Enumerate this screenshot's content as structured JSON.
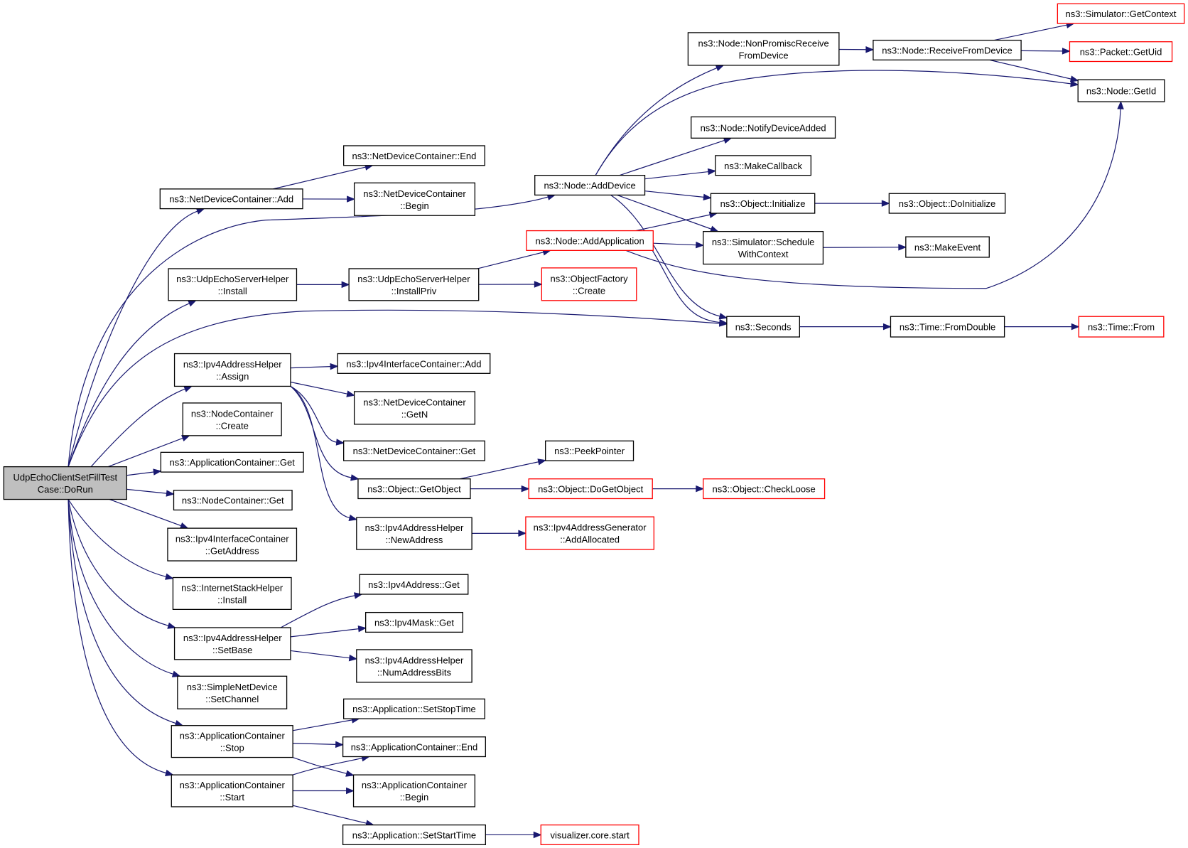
{
  "graph": {
    "colors": {
      "edge": "#191970",
      "truncated_border": "#ff0000",
      "root_fill": "#bfbfbf",
      "node_border": "#000000"
    },
    "nodes": [
      {
        "id": "root",
        "lines": [
          "UdpEchoClientSetFillTest",
          "Case::DoRun"
        ],
        "root": true
      },
      {
        "id": "ndcAdd",
        "lines": [
          "ns3::NetDeviceContainer::Add"
        ]
      },
      {
        "id": "ndcEnd",
        "lines": [
          "ns3::NetDeviceContainer::End"
        ]
      },
      {
        "id": "ndcBegin",
        "lines": [
          "ns3::NetDeviceContainer",
          "::Begin"
        ]
      },
      {
        "id": "nodeAddDevice",
        "lines": [
          "ns3::Node::AddDevice"
        ]
      },
      {
        "id": "nonPromisc",
        "lines": [
          "ns3::Node::NonPromiscReceive",
          "FromDevice"
        ]
      },
      {
        "id": "recvFromDevice",
        "lines": [
          "ns3::Node::ReceiveFromDevice"
        ]
      },
      {
        "id": "simGetContext",
        "lines": [
          "ns3::Simulator::GetContext"
        ],
        "truncated": true
      },
      {
        "id": "packetGetUid",
        "lines": [
          "ns3::Packet::GetUid"
        ],
        "truncated": true
      },
      {
        "id": "nodeGetId",
        "lines": [
          "ns3::Node::GetId"
        ]
      },
      {
        "id": "notifyDevAdded",
        "lines": [
          "ns3::Node::NotifyDeviceAdded"
        ]
      },
      {
        "id": "makeCallback",
        "lines": [
          "ns3::MakeCallback"
        ]
      },
      {
        "id": "objInit",
        "lines": [
          "ns3::Object::Initialize"
        ]
      },
      {
        "id": "objDoInit",
        "lines": [
          "ns3::Object::DoInitialize"
        ]
      },
      {
        "id": "simSchedCtx",
        "lines": [
          "ns3::Simulator::Schedule",
          "WithContext"
        ]
      },
      {
        "id": "makeEvent",
        "lines": [
          "ns3::MakeEvent"
        ]
      },
      {
        "id": "nodeAddApp",
        "lines": [
          "ns3::Node::AddApplication"
        ],
        "truncated": true
      },
      {
        "id": "udpSrvInstall",
        "lines": [
          "ns3::UdpEchoServerHelper",
          "::Install"
        ]
      },
      {
        "id": "udpSrvInstallPriv",
        "lines": [
          "ns3::UdpEchoServerHelper",
          "::InstallPriv"
        ]
      },
      {
        "id": "objFactCreate",
        "lines": [
          "ns3::ObjectFactory",
          "::Create"
        ],
        "truncated": true
      },
      {
        "id": "seconds",
        "lines": [
          "ns3::Seconds"
        ]
      },
      {
        "id": "timeFromDouble",
        "lines": [
          "ns3::Time::FromDouble"
        ]
      },
      {
        "id": "timeFrom",
        "lines": [
          "ns3::Time::From"
        ],
        "truncated": true
      },
      {
        "id": "ipv4AddrHelperAssign",
        "lines": [
          "ns3::Ipv4AddressHelper",
          "::Assign"
        ]
      },
      {
        "id": "ipv4IfcAdd",
        "lines": [
          "ns3::Ipv4InterfaceContainer::Add"
        ]
      },
      {
        "id": "ndcGetN",
        "lines": [
          "ns3::NetDeviceContainer",
          "::GetN"
        ]
      },
      {
        "id": "nodeContCreate",
        "lines": [
          "ns3::NodeContainer",
          "::Create"
        ]
      },
      {
        "id": "ndcGet",
        "lines": [
          "ns3::NetDeviceContainer::Get"
        ]
      },
      {
        "id": "appContGet",
        "lines": [
          "ns3::ApplicationContainer::Get"
        ]
      },
      {
        "id": "peekPointer",
        "lines": [
          "ns3::PeekPointer"
        ]
      },
      {
        "id": "objGetObject",
        "lines": [
          "ns3::Object::GetObject"
        ]
      },
      {
        "id": "objDoGetObject",
        "lines": [
          "ns3::Object::DoGetObject"
        ],
        "truncated": true
      },
      {
        "id": "objCheckLoose",
        "lines": [
          "ns3::Object::CheckLoose"
        ],
        "truncated": true
      },
      {
        "id": "nodeContGet",
        "lines": [
          "ns3::NodeContainer::Get"
        ]
      },
      {
        "id": "ipv4IfcGetAddr",
        "lines": [
          "ns3::Ipv4InterfaceContainer",
          "::GetAddress"
        ]
      },
      {
        "id": "ipv4AddrHelperNewAddr",
        "lines": [
          "ns3::Ipv4AddressHelper",
          "::NewAddress"
        ]
      },
      {
        "id": "ipv4AddrGenAddAlloc",
        "lines": [
          "ns3::Ipv4AddressGenerator",
          "::AddAllocated"
        ],
        "truncated": true
      },
      {
        "id": "inetStackInstall",
        "lines": [
          "ns3::InternetStackHelper",
          "::Install"
        ]
      },
      {
        "id": "ipv4AddrGet",
        "lines": [
          "ns3::Ipv4Address::Get"
        ]
      },
      {
        "id": "ipv4AddrHelperSetBase",
        "lines": [
          "ns3::Ipv4AddressHelper",
          "::SetBase"
        ]
      },
      {
        "id": "ipv4MaskGet",
        "lines": [
          "ns3::Ipv4Mask::Get"
        ]
      },
      {
        "id": "ipv4AddrHelperNumBits",
        "lines": [
          "ns3::Ipv4AddressHelper",
          "::NumAddressBits"
        ]
      },
      {
        "id": "simpleNetDevSetCh",
        "lines": [
          "ns3::SimpleNetDevice",
          "::SetChannel"
        ]
      },
      {
        "id": "appSetStopTime",
        "lines": [
          "ns3::Application::SetStopTime"
        ]
      },
      {
        "id": "appContStop",
        "lines": [
          "ns3::ApplicationContainer",
          "::Stop"
        ]
      },
      {
        "id": "appContEnd",
        "lines": [
          "ns3::ApplicationContainer::End"
        ]
      },
      {
        "id": "appContStart",
        "lines": [
          "ns3::ApplicationContainer",
          "::Start"
        ]
      },
      {
        "id": "appContBegin",
        "lines": [
          "ns3::ApplicationContainer",
          "::Begin"
        ]
      },
      {
        "id": "appSetStartTime",
        "lines": [
          "ns3::Application::SetStartTime"
        ]
      },
      {
        "id": "vizCoreStart",
        "lines": [
          "visualizer.core.start"
        ],
        "truncated": true
      }
    ],
    "edges": [
      [
        "root",
        "ndcAdd"
      ],
      [
        "root",
        "nodeAddDevice"
      ],
      [
        "root",
        "udpSrvInstall"
      ],
      [
        "root",
        "seconds"
      ],
      [
        "root",
        "ipv4AddrHelperAssign"
      ],
      [
        "root",
        "nodeContCreate"
      ],
      [
        "root",
        "appContGet"
      ],
      [
        "root",
        "nodeContGet"
      ],
      [
        "root",
        "ipv4IfcGetAddr"
      ],
      [
        "root",
        "inetStackInstall"
      ],
      [
        "root",
        "ipv4AddrHelperSetBase"
      ],
      [
        "root",
        "simpleNetDevSetCh"
      ],
      [
        "root",
        "appContStop"
      ],
      [
        "root",
        "appContStart"
      ],
      [
        "ndcAdd",
        "ndcEnd"
      ],
      [
        "ndcAdd",
        "ndcBegin"
      ],
      [
        "nodeAddDevice",
        "nonPromisc"
      ],
      [
        "nodeAddDevice",
        "nodeGetId"
      ],
      [
        "nodeAddDevice",
        "notifyDevAdded"
      ],
      [
        "nodeAddDevice",
        "makeCallback"
      ],
      [
        "nodeAddDevice",
        "objInit"
      ],
      [
        "nodeAddDevice",
        "simSchedCtx"
      ],
      [
        "nodeAddDevice",
        "seconds"
      ],
      [
        "nonPromisc",
        "recvFromDevice"
      ],
      [
        "recvFromDevice",
        "simGetContext"
      ],
      [
        "recvFromDevice",
        "packetGetUid"
      ],
      [
        "recvFromDevice",
        "nodeGetId"
      ],
      [
        "objInit",
        "objDoInit"
      ],
      [
        "simSchedCtx",
        "makeEvent"
      ],
      [
        "nodeAddApp",
        "objInit"
      ],
      [
        "nodeAddApp",
        "simSchedCtx"
      ],
      [
        "nodeAddApp",
        "nodeGetId"
      ],
      [
        "nodeAddApp",
        "seconds"
      ],
      [
        "udpSrvInstall",
        "udpSrvInstallPriv"
      ],
      [
        "udpSrvInstallPriv",
        "nodeAddApp"
      ],
      [
        "udpSrvInstallPriv",
        "objFactCreate"
      ],
      [
        "seconds",
        "timeFromDouble"
      ],
      [
        "timeFromDouble",
        "timeFrom"
      ],
      [
        "ipv4AddrHelperAssign",
        "ipv4IfcAdd"
      ],
      [
        "ipv4AddrHelperAssign",
        "ndcGetN"
      ],
      [
        "ipv4AddrHelperAssign",
        "ndcGet"
      ],
      [
        "ipv4AddrHelperAssign",
        "objGetObject"
      ],
      [
        "ipv4AddrHelperAssign",
        "ipv4AddrHelperNewAddr"
      ],
      [
        "objGetObject",
        "peekPointer"
      ],
      [
        "objGetObject",
        "objDoGetObject"
      ],
      [
        "objDoGetObject",
        "objCheckLoose"
      ],
      [
        "ipv4AddrHelperNewAddr",
        "ipv4AddrGenAddAlloc"
      ],
      [
        "ipv4AddrHelperSetBase",
        "ipv4AddrGet"
      ],
      [
        "ipv4AddrHelperSetBase",
        "ipv4MaskGet"
      ],
      [
        "ipv4AddrHelperSetBase",
        "ipv4AddrHelperNumBits"
      ],
      [
        "appContStop",
        "appSetStopTime"
      ],
      [
        "appContStop",
        "appContEnd"
      ],
      [
        "appContStop",
        "appContBegin"
      ],
      [
        "appContStart",
        "appContEnd"
      ],
      [
        "appContStart",
        "appContBegin"
      ],
      [
        "appContStart",
        "appSetStartTime"
      ],
      [
        "appSetStartTime",
        "vizCoreStart"
      ]
    ]
  }
}
